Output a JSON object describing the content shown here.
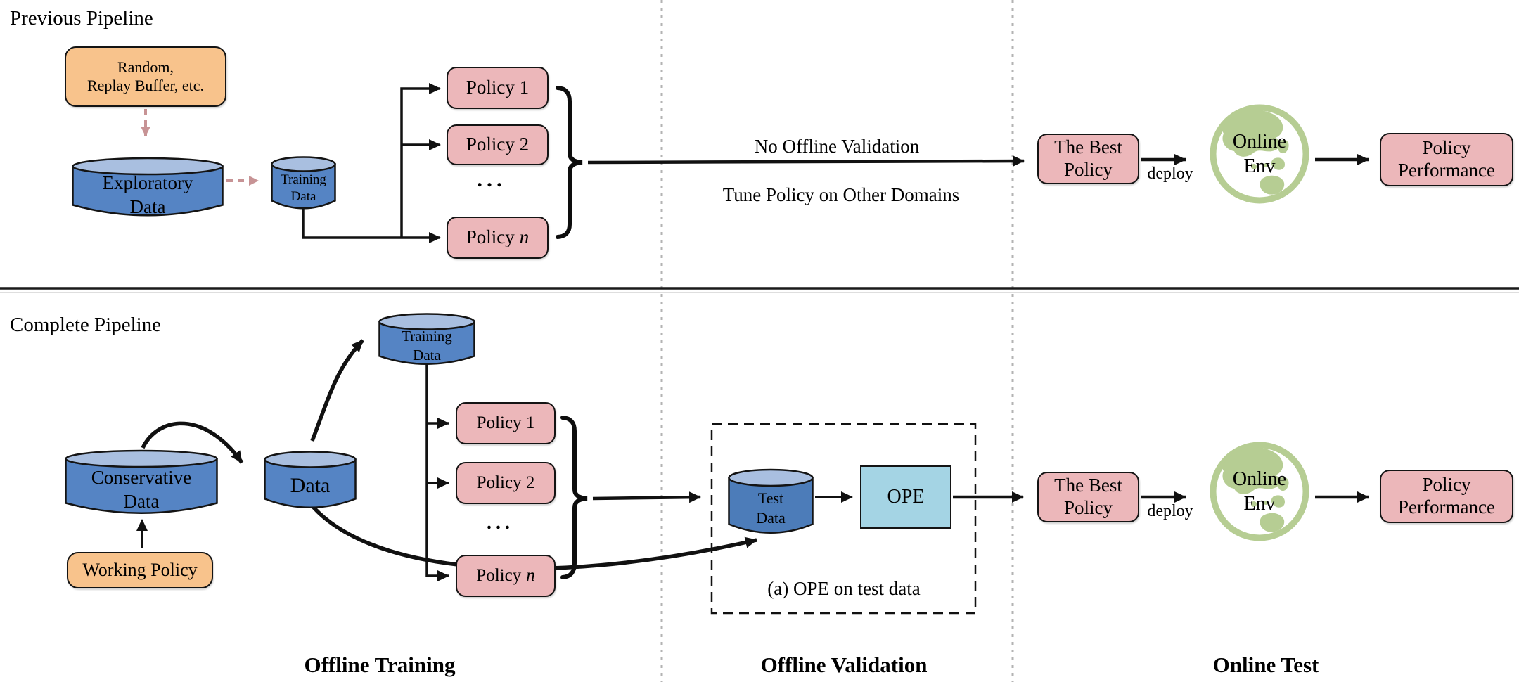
{
  "colors": {
    "policy_pink": "#ECB7BA",
    "source_orange": "#F8C38C",
    "cylinder_body": "#5584C4",
    "cylinder_top": "#A9BFE0",
    "ope_cyan": "#A4D4E4",
    "globe_green": "#B6CD93",
    "dashed_pink_arrow": "#C79395",
    "divider_gray": "#b3b3b3"
  },
  "previous": {
    "title": "Previous Pipeline",
    "source_box": {
      "line1": "Random,",
      "line2": "Replay Buffer, etc."
    },
    "exploratory": {
      "line1": "Exploratory",
      "line2": "Data"
    },
    "training": {
      "line1": "Training",
      "line2": "Data"
    },
    "policies": {
      "p1": "Policy 1",
      "p2": "Policy 2",
      "dots": "...",
      "pn_prefix": "Policy",
      "pn_var": "n"
    },
    "arrow_caption_line1": "No Offline Validation",
    "arrow_caption_line2": "Tune Policy on Other Domains",
    "best_policy": {
      "line1": "The Best",
      "line2": "Policy"
    },
    "deploy": "deploy",
    "env": {
      "line1": "Online",
      "line2": "Env"
    },
    "performance": {
      "line1": "Policy",
      "line2": "Performance"
    }
  },
  "complete": {
    "title": "Complete Pipeline",
    "conservative": {
      "line1": "Conservative",
      "line2": "Data"
    },
    "working_policy": "Working Policy",
    "data": "Data",
    "training": {
      "line1": "Training",
      "line2": "Data"
    },
    "policies": {
      "p1": "Policy 1",
      "p2": "Policy 2",
      "dots": "...",
      "pn_prefix": "Policy",
      "pn_var": "n"
    },
    "test_data": {
      "line1": "Test",
      "line2": "Data"
    },
    "ope": "OPE",
    "ope_caption": "(a) OPE on test data",
    "best_policy": {
      "line1": "The Best",
      "line2": "Policy"
    },
    "deploy": "deploy",
    "env": {
      "line1": "Online",
      "line2": "Env"
    },
    "performance": {
      "line1": "Policy",
      "line2": "Performance"
    }
  },
  "footer": {
    "col1": "Offline Training",
    "col2": "Offline Validation",
    "col3": "Online Test"
  }
}
